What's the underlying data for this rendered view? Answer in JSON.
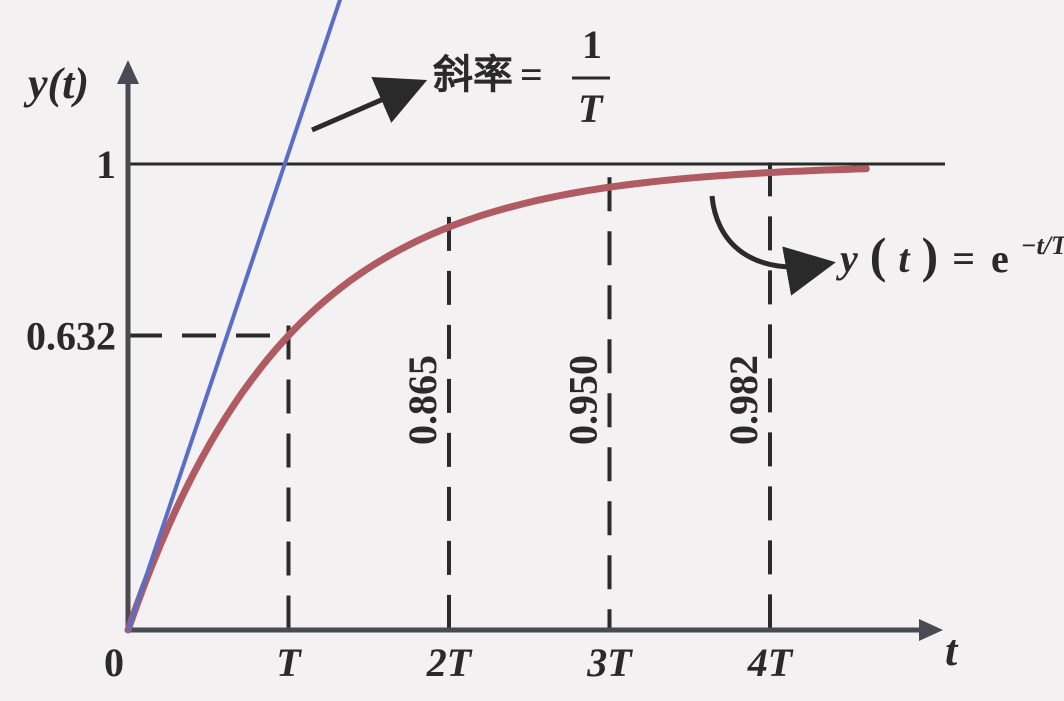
{
  "chart_data": {
    "type": "line",
    "title": "",
    "xlabel": "t",
    "ylabel": "y(t)",
    "xlim": [
      0,
      5
    ],
    "ylim": [
      0,
      1.15
    ],
    "origin_label": "0",
    "x_ticks": [
      {
        "value": 1,
        "label": "T"
      },
      {
        "value": 2,
        "label": "2T"
      },
      {
        "value": 3,
        "label": "3T"
      },
      {
        "value": 4,
        "label": "4T"
      }
    ],
    "y_ticks": [
      {
        "value": 0.632,
        "label": "0.632"
      },
      {
        "value": 1,
        "label": "1"
      }
    ],
    "series": [
      {
        "color": "#b05a62",
        "x": [
          0,
          0.25,
          0.5,
          0.75,
          1,
          1.5,
          2,
          2.5,
          3,
          3.5,
          4,
          4.5
        ],
        "values": [
          0,
          0.221,
          0.393,
          0.528,
          0.632,
          0.777,
          0.865,
          0.918,
          0.95,
          0.97,
          0.982,
          0.989
        ]
      },
      {
        "color": "#5a6ec8",
        "x": [
          0,
          1.35
        ],
        "values": [
          0,
          1.35
        ]
      }
    ],
    "reference_lines": [
      {
        "orientation": "horizontal",
        "value": 1
      }
    ],
    "markers": [
      {
        "x": 1,
        "y": 0.632
      },
      {
        "x": 2,
        "y": 0.865,
        "label": "0.865"
      },
      {
        "x": 3,
        "y": 0.95,
        "label": "0.950"
      },
      {
        "x": 4,
        "y": 0.982,
        "label": "0.982"
      }
    ],
    "annotations": {
      "slope": {
        "prefix": "斜率",
        "equals": "=",
        "numerator": "1",
        "denominator": "T"
      },
      "formula": {
        "lhs": "y",
        "open": "(",
        "arg": "t",
        "close": ")",
        "equals": "=",
        "base": "e",
        "exponent": "−t/T"
      }
    },
    "colors": {
      "axis": "#4a4a52",
      "text": "#2a2a2a",
      "background": "#f3f1f2"
    }
  }
}
